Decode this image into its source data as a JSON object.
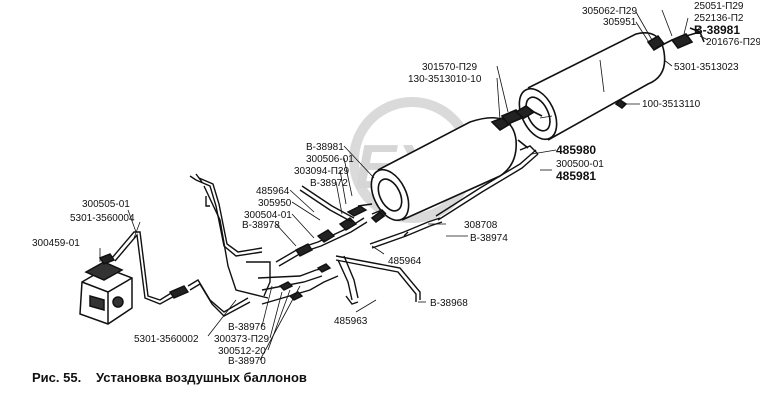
{
  "caption": {
    "number": "Рис. 55.",
    "title": "Установка воздушных баллонов"
  },
  "watermark": "EXX",
  "labels": {
    "p25051": "25051-П29",
    "p252136": "252136-П2",
    "b38981_top": "В-38981",
    "p201676": "201676-П29",
    "p305062": "305062-П29",
    "p305951": "305951",
    "p5301_3513023": "5301-3513023",
    "p301570": "301570-П29",
    "p130_3513010": "130-3513010-10",
    "p100_3513110": "100-3513110",
    "p485980": "485980",
    "p300500": "300500-01",
    "p485981": "485981",
    "b38981_mid": "В-38981",
    "p300506": "300506-01",
    "p303094": "303094-П29",
    "b38972": "В-38972",
    "p485964_a": "485964",
    "p305950": "305950",
    "p300504": "300504-01",
    "b38978": "В-38978",
    "p308708": "308708",
    "b38974": "В-38974",
    "p485964_b": "485964",
    "p300505": "300505-01",
    "p5301_3560004": "5301-3560004",
    "p300459": "300459-01",
    "b38968": "В-38968",
    "p485963": "485963",
    "b38976": "В-38976",
    "p5301_3560002": "5301-3560002",
    "p300373": "300373-П29",
    "p300512": "300512-20",
    "b38970": "В-38970"
  }
}
